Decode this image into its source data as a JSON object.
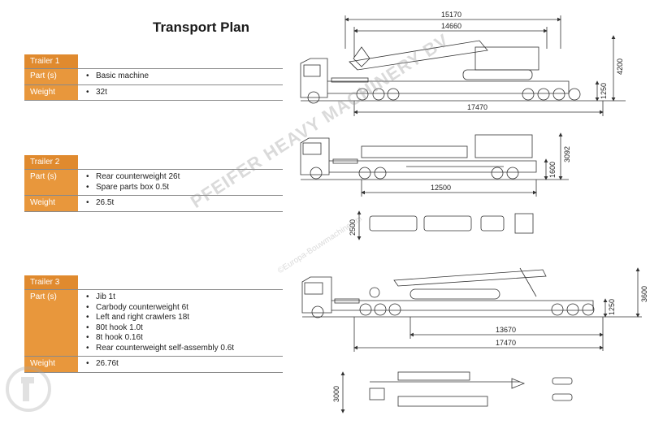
{
  "title": "Transport Plan",
  "trailers": [
    {
      "name": "Trailer 1",
      "part_label": "Part (s)",
      "parts": [
        "Basic machine"
      ],
      "weight_label": "Weight",
      "weight": "32t"
    },
    {
      "name": "Trailer 2",
      "part_label": "Part (s)",
      "parts": [
        "Rear counterweight 26t",
        "Spare parts box 0.5t"
      ],
      "weight_label": "Weight",
      "weight": "26.5t"
    },
    {
      "name": "Trailer 3",
      "part_label": "Part (s)",
      "parts": [
        "Jib 1t",
        "Carbody counterweight 6t",
        "Left and right crawlers 18t",
        "80t hook 1.0t",
        "8t hook 0.16t",
        "Rear counterweight self-assembly 0.6t"
      ],
      "weight_label": "Weight",
      "weight": "26.76t"
    }
  ],
  "dims": {
    "t1_top1": "15170",
    "t1_top2": "14660",
    "t1_h": "4200",
    "t1_deck": "1250",
    "t1_len": "17470",
    "t2_h1": "1600",
    "t2_h2": "3092",
    "t2_len": "12500",
    "t2_w": "2500",
    "t3_h": "3600",
    "t3_deck": "1250",
    "t3_len1": "13670",
    "t3_len2": "17470",
    "t3_w": "3000"
  },
  "watermark": {
    "main": "PFEIFER HEAVY MACHINERY BV",
    "sub": "©Europa-Bouwmachines.nl"
  },
  "colors": {
    "accent": "#e8973c",
    "line": "#333333"
  }
}
